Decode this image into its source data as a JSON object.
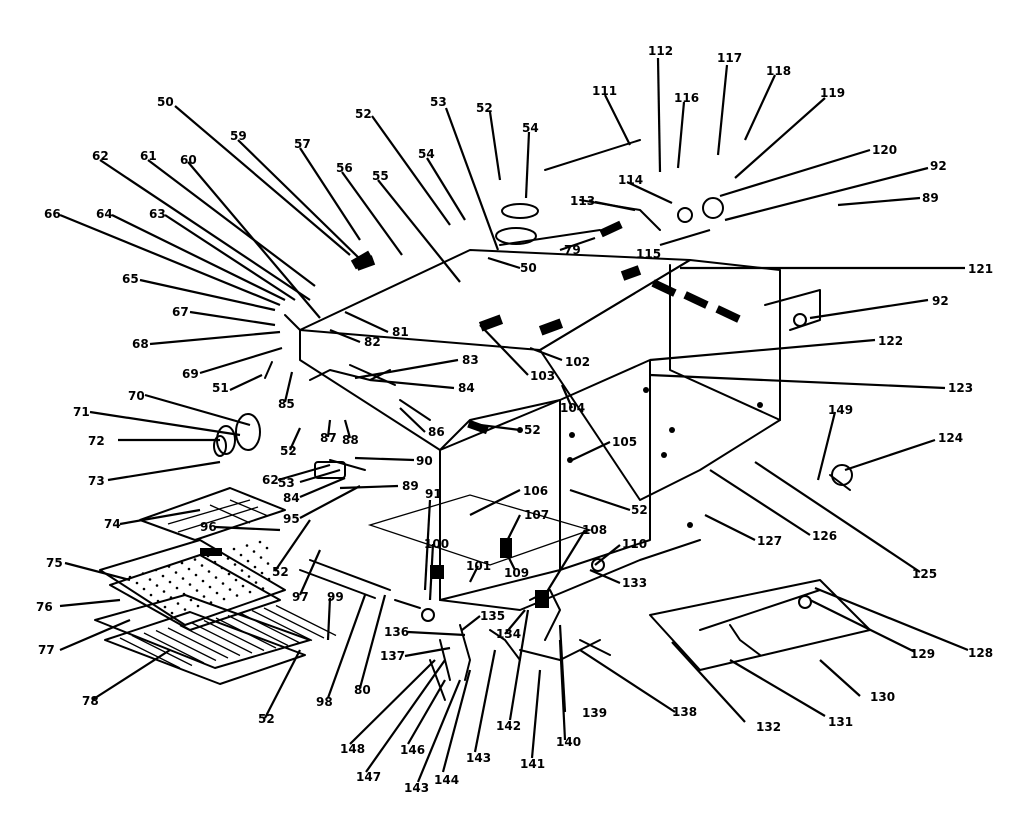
{
  "diagram": {
    "labels": {
      "l50": "50",
      "l52a": "52",
      "l53": "53",
      "l52b": "52",
      "l54": "54",
      "l111": "111",
      "l112": "112",
      "l117": "117",
      "l116": "116",
      "l118": "118",
      "l119": "119",
      "l59": "59",
      "l57": "57",
      "l56": "56",
      "l55": "55",
      "l54b": "54",
      "l62": "62",
      "l61": "61",
      "l60": "60",
      "l120": "120",
      "l92a": "92",
      "l89": "89",
      "l114": "114",
      "l113": "113",
      "l66": "66",
      "l64": "64",
      "l63": "63",
      "l79": "79",
      "l50b": "50",
      "l115": "115",
      "l121": "121",
      "l65": "65",
      "l67": "67",
      "l68": "68",
      "l69": "69",
      "l81": "81",
      "l82": "82",
      "l83": "83",
      "l51": "51",
      "l84": "84",
      "l85": "85",
      "l92b": "92",
      "l102": "102",
      "l103": "103",
      "l104": "104",
      "l122": "122",
      "l123": "123",
      "l70": "70",
      "l71": "71",
      "l72": "72",
      "l73": "73",
      "l87": "87",
      "l88": "88",
      "l86": "86",
      "l52c": "52",
      "l52d": "52",
      "l105": "105",
      "l149": "149",
      "l124": "124",
      "l90": "90",
      "l62b": "62",
      "l53b": "53",
      "l84b": "84",
      "l95": "95",
      "l91": "91",
      "l74": "74",
      "l96": "96",
      "l106": "106",
      "l52e": "52",
      "l107": "107",
      "l126": "126",
      "l127": "127",
      "l125": "125",
      "l97": "97",
      "l52f": "52",
      "l109": "109",
      "l108": "108",
      "l100": "100",
      "l101": "101",
      "l110": "110",
      "l133": "133",
      "l75": "75",
      "l76": "76",
      "l77": "77",
      "l78": "78",
      "l52g": "52",
      "l99": "99",
      "l98": "98",
      "l80": "80",
      "l135": "135",
      "l136": "136",
      "l137": "137",
      "l134": "134",
      "l129": "129",
      "l128": "128",
      "l130": "130",
      "l139": "139",
      "l131": "131",
      "l132": "132",
      "l138": "138",
      "l142": "142",
      "l140": "140",
      "l141": "141",
      "l143": "143",
      "l144": "144",
      "l143b": "143",
      "l146": "146",
      "l147": "147",
      "l148": "148"
    }
  }
}
